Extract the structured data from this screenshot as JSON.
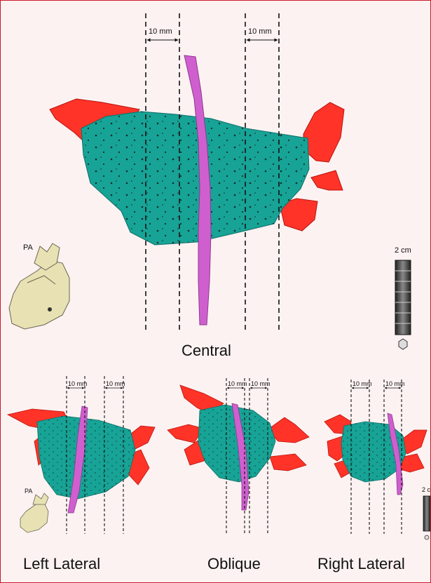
{
  "figure": {
    "views": [
      {
        "caption": "Central",
        "measure": "10 mm",
        "orientation": "PA",
        "scale": "2 cm"
      },
      {
        "caption": "Left Lateral",
        "measure": "10 mm",
        "orientation": "PA"
      },
      {
        "caption": "Oblique",
        "measure": "10 mm"
      },
      {
        "caption": "Right Lateral",
        "measure": "10 mm",
        "scale": "2 c"
      }
    ]
  },
  "colors": {
    "atrium": "#17a396",
    "veins": "#ff3328",
    "esophagus": "#cf5fcf",
    "frame": "#c9182a",
    "background": "#fdf2f2"
  }
}
